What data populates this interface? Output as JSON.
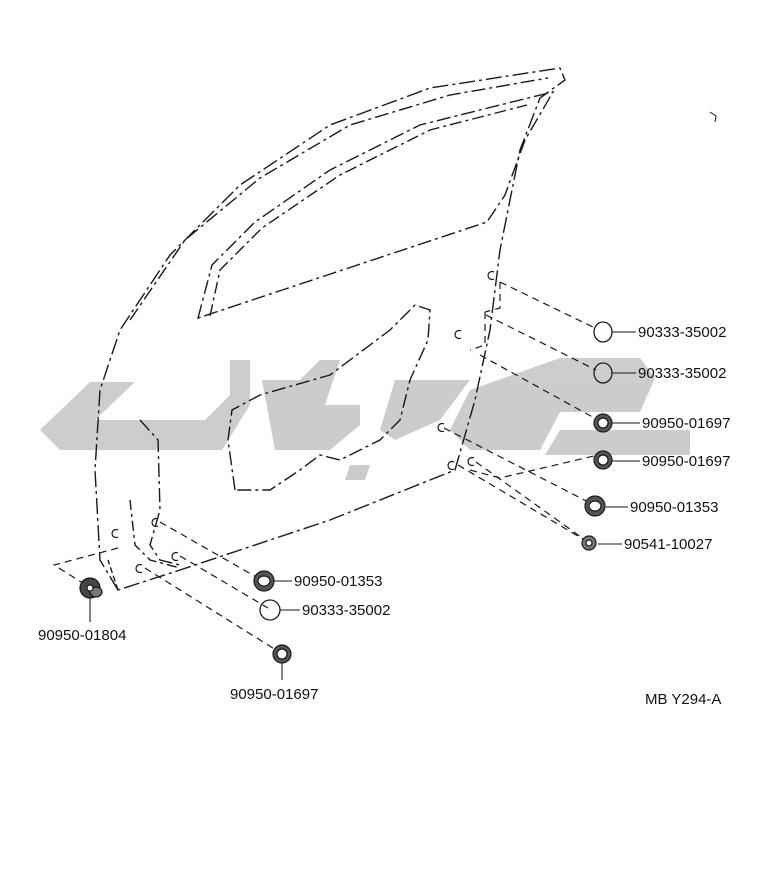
{
  "diagram_code": "MB Y294-A",
  "colors": {
    "line": "#1a1a1a",
    "watermark": "#c4c4c4",
    "background": "#ffffff"
  },
  "parts": [
    {
      "id": "p1",
      "part_number": "90333-35002",
      "icon": "plug-icon"
    },
    {
      "id": "p2",
      "part_number": "90333-35002",
      "icon": "plug-icon"
    },
    {
      "id": "p3",
      "part_number": "90950-01697",
      "icon": "grommet-icon"
    },
    {
      "id": "p4",
      "part_number": "90950-01697",
      "icon": "grommet-icon"
    },
    {
      "id": "p5",
      "part_number": "90950-01353",
      "icon": "grommet-icon"
    },
    {
      "id": "p6",
      "part_number": "90541-10027",
      "icon": "cushion-icon"
    },
    {
      "id": "p7",
      "part_number": "90950-01353",
      "icon": "grommet-icon"
    },
    {
      "id": "p8",
      "part_number": "90333-35002",
      "icon": "plug-icon"
    },
    {
      "id": "p9",
      "part_number": "90950-01804",
      "icon": "grommet-icon"
    },
    {
      "id": "p10",
      "part_number": "90950-01697",
      "icon": "grommet-icon"
    }
  ]
}
